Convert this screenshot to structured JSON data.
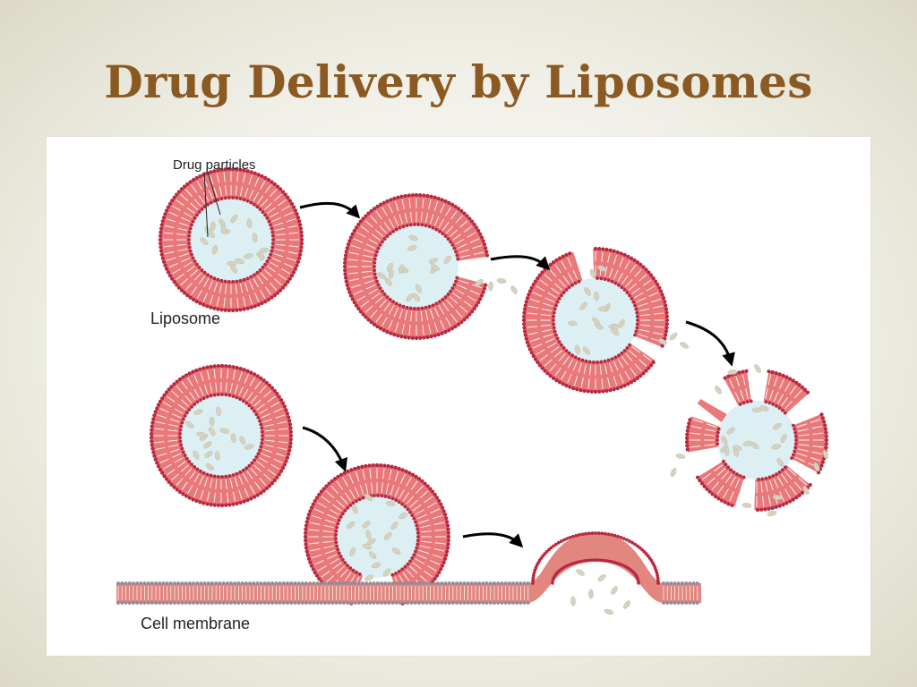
{
  "slide": {
    "title": "Drug Delivery by Liposomes"
  },
  "diagram": {
    "labels": {
      "drug_particles": "Drug particles",
      "liposome": "Liposome",
      "cell_membrane": "Cell membrane"
    },
    "colors": {
      "bilayer": "#e8787a",
      "headgroup": "#b8283f",
      "tail_lines": "#fdf1ef",
      "core": "#dceff3",
      "drug": "#d5d2c0",
      "membrane_head": "#8c8c9a",
      "membrane_body": "#e28680",
      "arrow": "#000000",
      "title": "#8a5a22"
    },
    "icons": [
      "curved-arrow-icon"
    ]
  }
}
